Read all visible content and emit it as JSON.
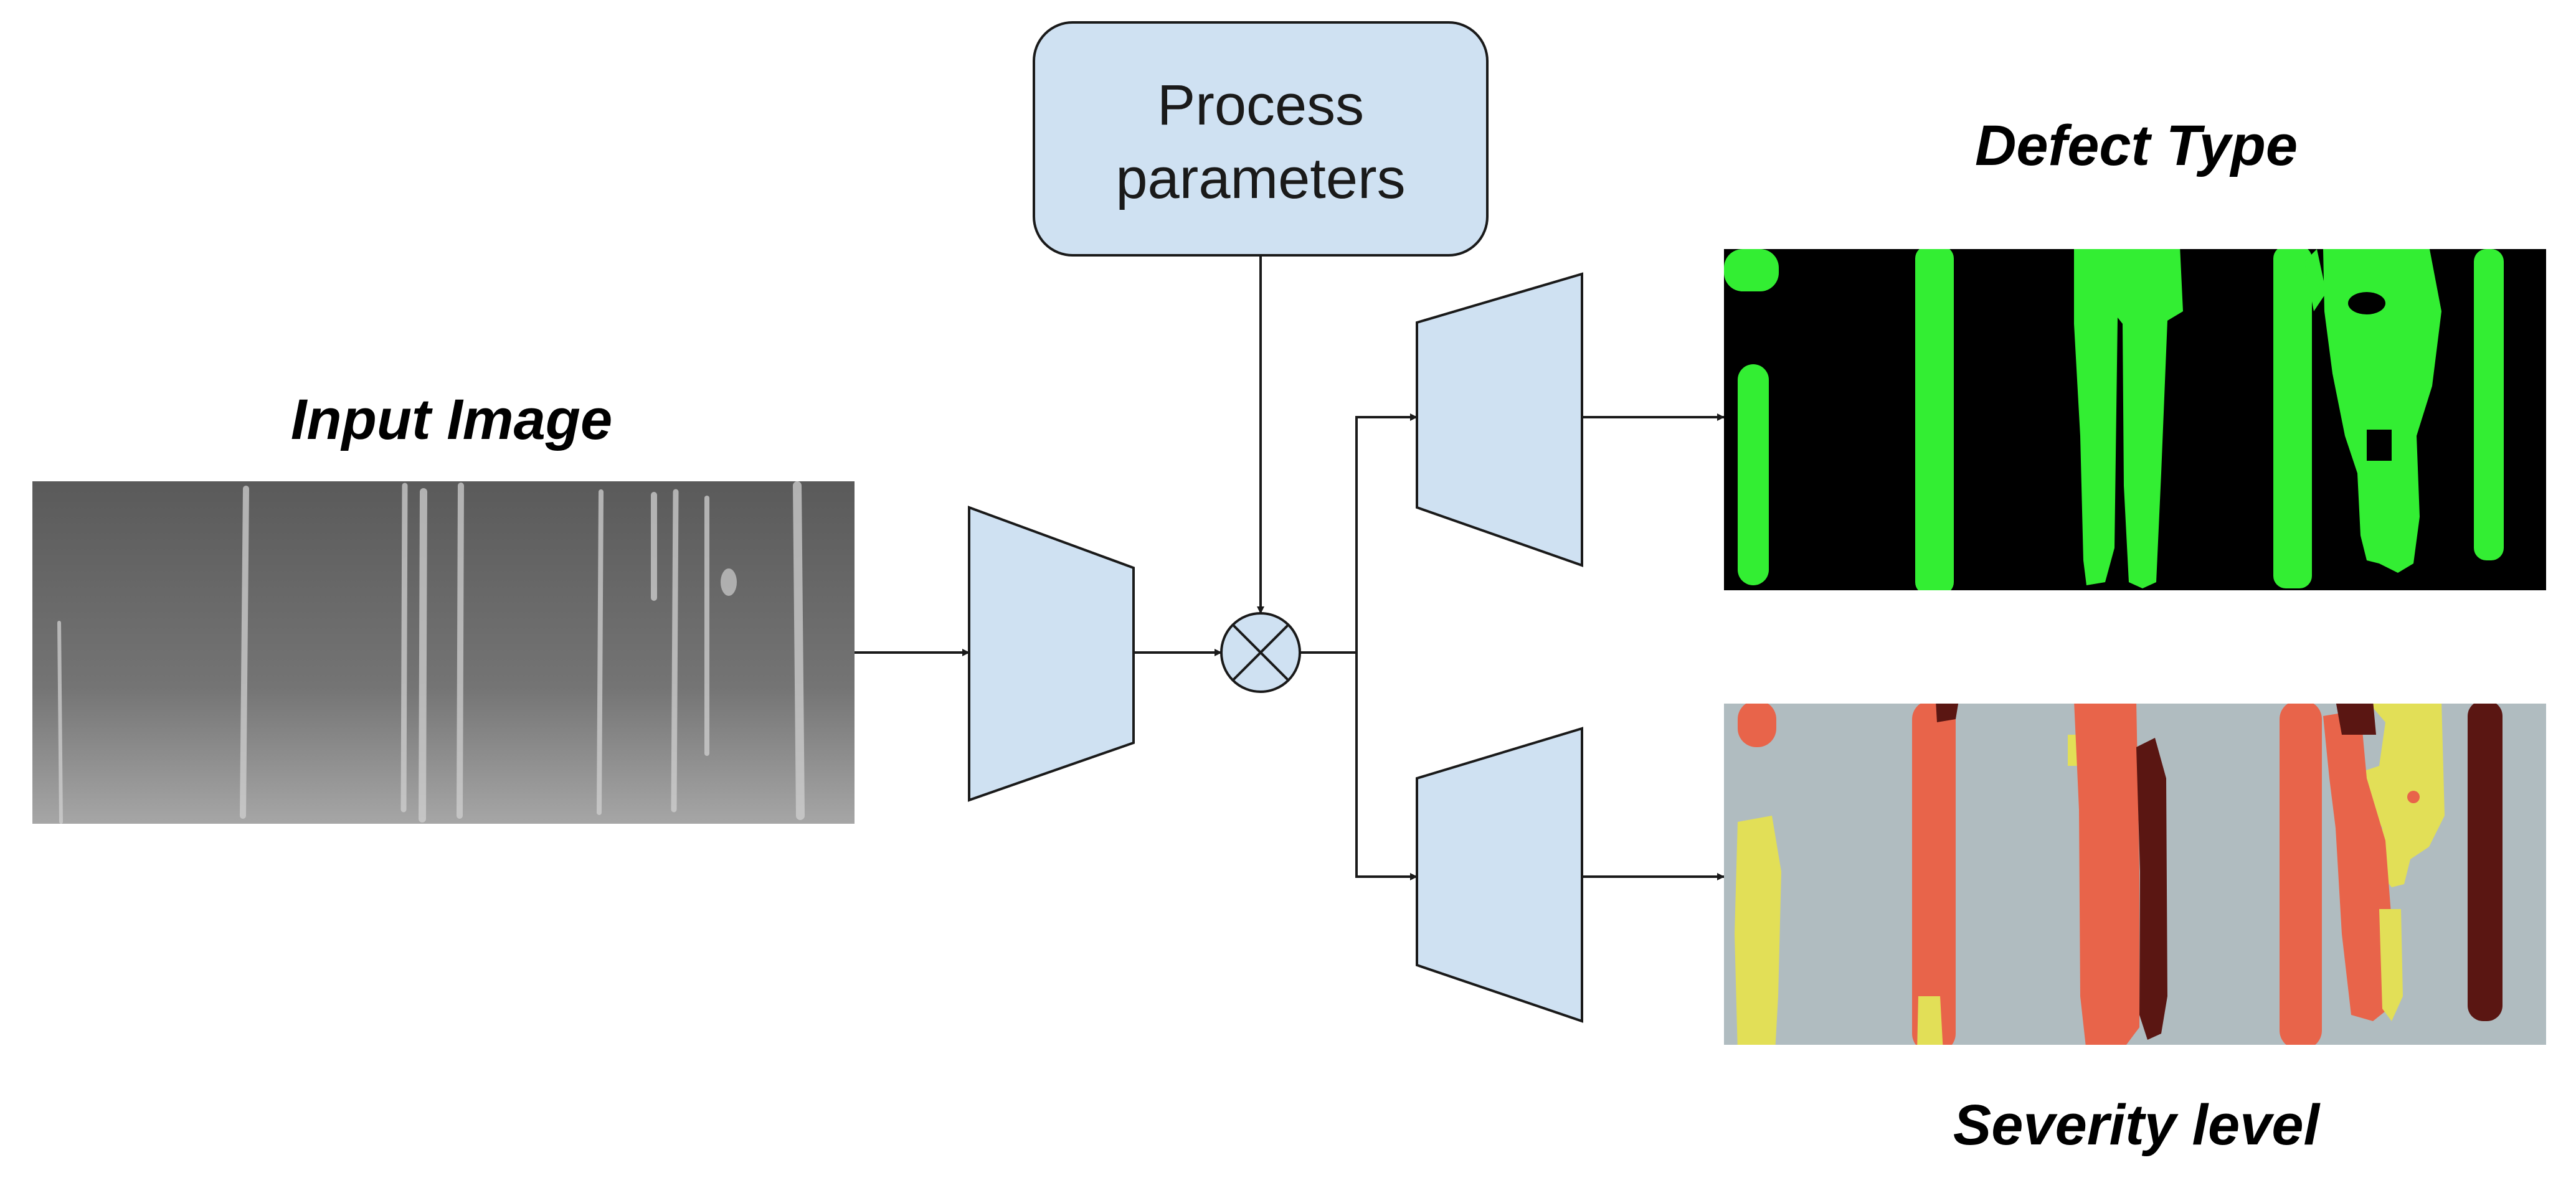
{
  "labels": {
    "input_title": "Input Image",
    "process_line1": "Process",
    "process_line2": "parameters",
    "defect_title": "Defect Type",
    "severity_title": "Severity level"
  },
  "colors": {
    "block_fill": "#cfe1f2",
    "block_stroke": "#1a1a1a",
    "defect_background": "#000000",
    "defect_green": "#33ee33",
    "severity_background": "#b0bcc0",
    "severity_salmon": "#e8644a",
    "severity_yellow": "#e2df57",
    "severity_dark": "#5a1612",
    "input_gray": "#6c6c6c"
  }
}
